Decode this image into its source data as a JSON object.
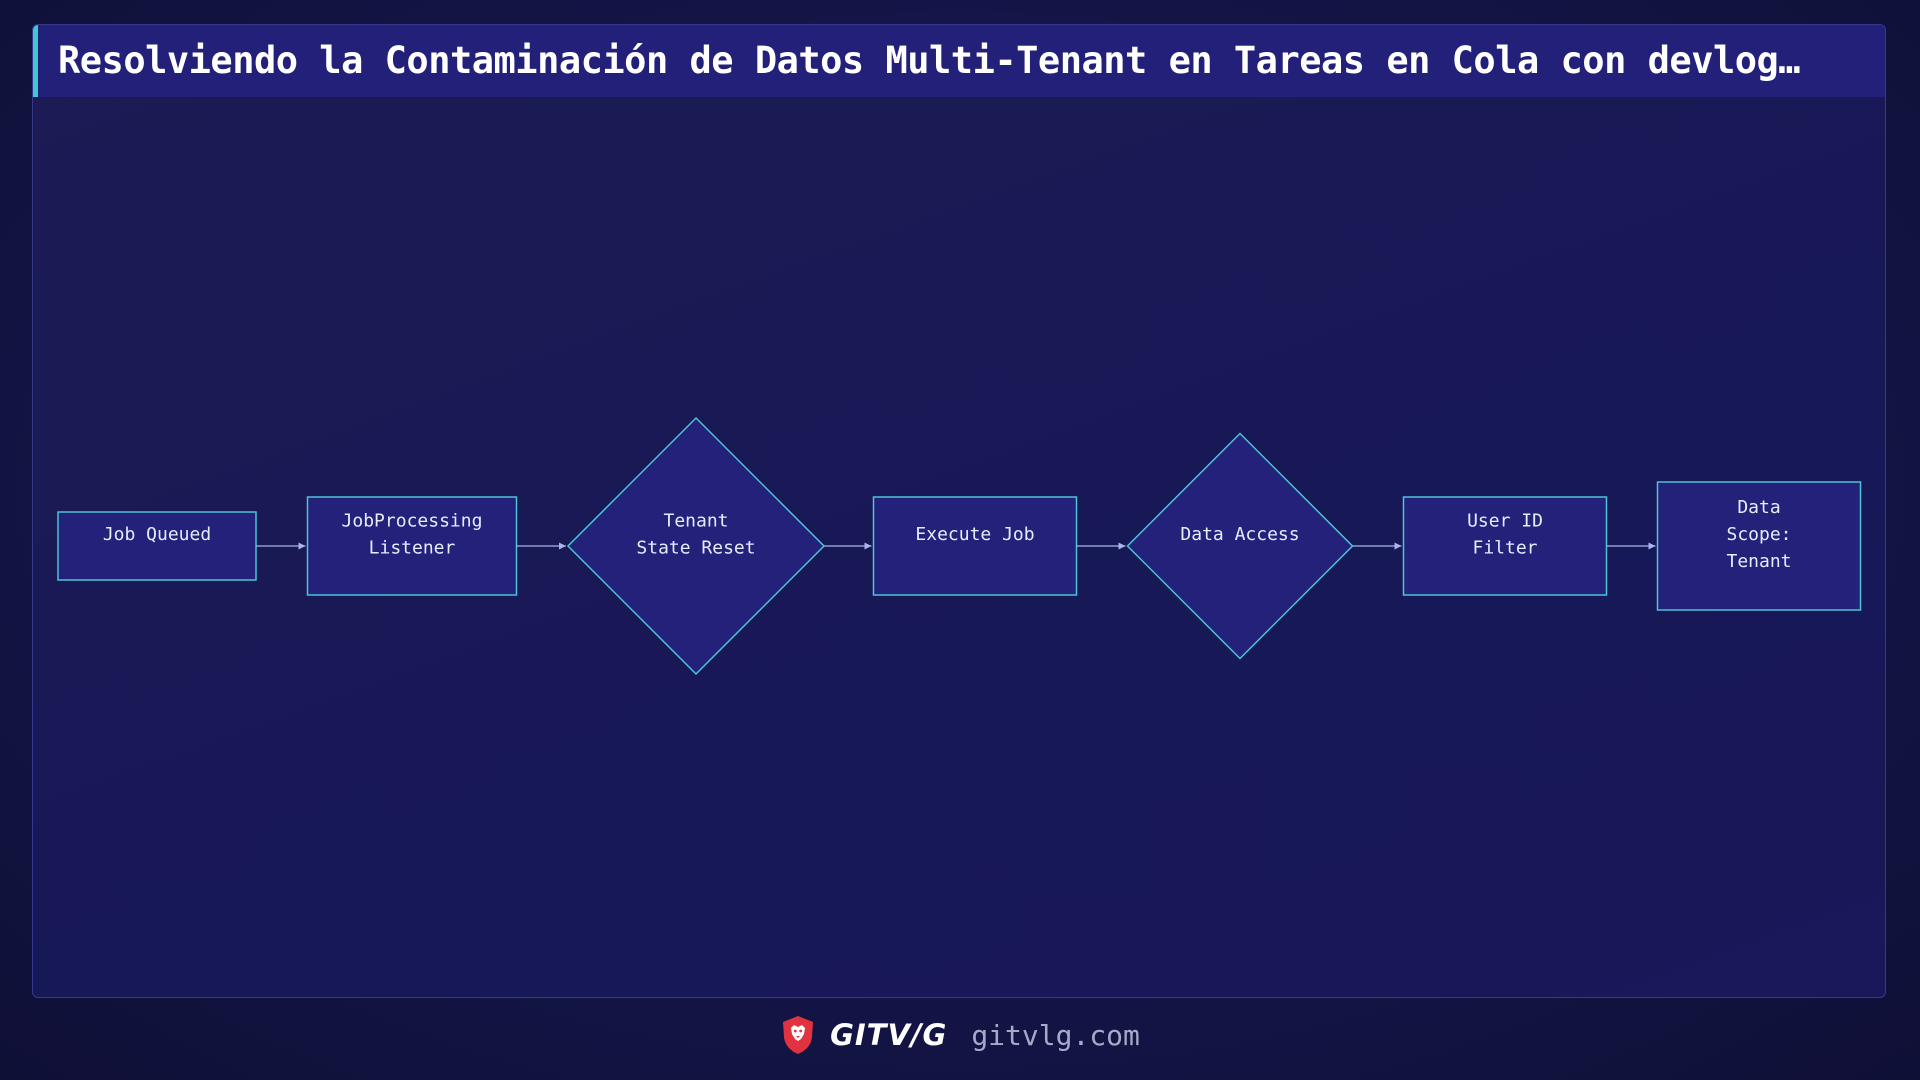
{
  "header": {
    "title": "Resolviendo la Contaminación de Datos Multi-Tenant en Tareas en Cola con devlog…"
  },
  "diagram": {
    "nodes": [
      {
        "id": "job-queued",
        "shape": "rect",
        "lines": [
          "Job Queued"
        ]
      },
      {
        "id": "jobprocessing-listener",
        "shape": "rect",
        "lines": [
          "JobProcessing",
          "Listener"
        ]
      },
      {
        "id": "tenant-state-reset",
        "shape": "diamond",
        "lines": [
          "Tenant",
          "State Reset"
        ]
      },
      {
        "id": "execute-job",
        "shape": "rect",
        "lines": [
          "Execute Job"
        ]
      },
      {
        "id": "data-access",
        "shape": "diamond",
        "lines": [
          "Data Access"
        ]
      },
      {
        "id": "user-id-filter",
        "shape": "rect",
        "lines": [
          "User ID",
          "Filter"
        ]
      },
      {
        "id": "data-scope-tenant",
        "shape": "rect",
        "lines": [
          "Data",
          "Scope:",
          "Tenant"
        ]
      }
    ],
    "edges": [
      [
        "job-queued",
        "jobprocessing-listener"
      ],
      [
        "jobprocessing-listener",
        "tenant-state-reset"
      ],
      [
        "tenant-state-reset",
        "execute-job"
      ],
      [
        "execute-job",
        "data-access"
      ],
      [
        "data-access",
        "user-id-filter"
      ],
      [
        "user-id-filter",
        "data-scope-tenant"
      ]
    ],
    "colors": {
      "node_fill": "#23217a",
      "node_stroke": "#4cc3d6",
      "edge": "#a9b4e8"
    }
  },
  "footer": {
    "brand": "GITV/G",
    "site": "gitvlg.com",
    "logo_icon": "lion-shield-icon",
    "logo_color": "#e0333f"
  }
}
